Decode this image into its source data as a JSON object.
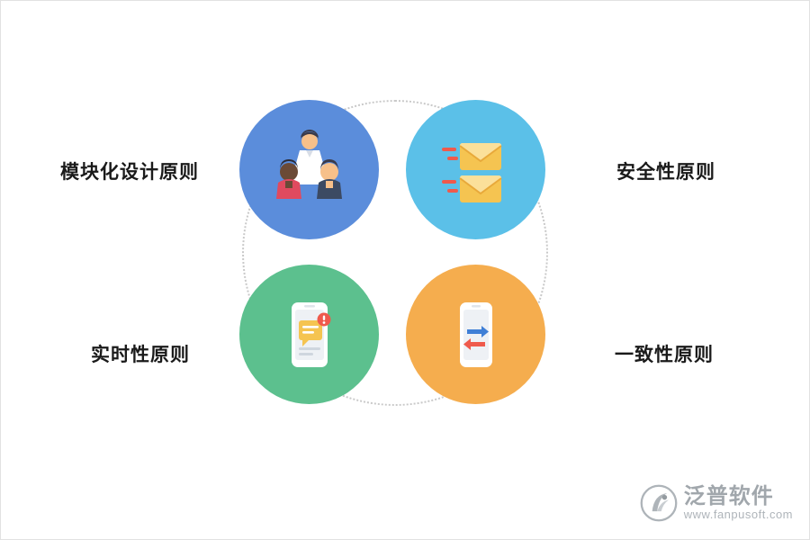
{
  "diagram": {
    "title": "",
    "ring": {
      "style": "dotted",
      "color": "#c9c9c9"
    },
    "nodes": [
      {
        "id": "modular-design",
        "label": "模块化设计原则",
        "position": "top-left",
        "color": "#5b8ddb",
        "icon": "people-group-icon"
      },
      {
        "id": "security",
        "label": "安全性原则",
        "position": "top-right",
        "color": "#5bc0e8",
        "icon": "envelope-stack-icon"
      },
      {
        "id": "realtime",
        "label": "实时性原则",
        "position": "bottom-left",
        "color": "#5cc08e",
        "icon": "phone-message-icon"
      },
      {
        "id": "consistency",
        "label": "一致性原则",
        "position": "bottom-right",
        "color": "#f5ad4e",
        "icon": "phone-sync-icon"
      }
    ]
  },
  "watermark": {
    "brand": "泛普软件",
    "domain": "www.fanpusoft.com",
    "logo_icon": "fanpu-logo-icon",
    "color": "#9aa0a6"
  }
}
